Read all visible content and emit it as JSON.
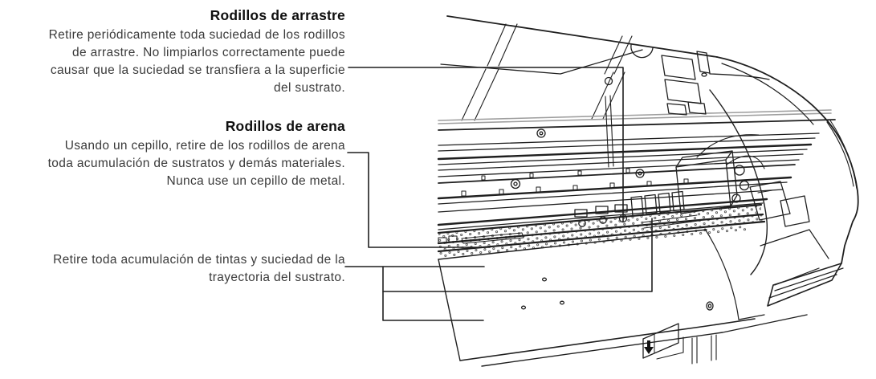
{
  "figure": {
    "blocks": [
      {
        "heading": "Rodillos de arrastre",
        "lines": [
          "Retire periódicamente toda suciedad de los rodillos",
          "de arrastre. No limpiarlos correctamente puede",
          "causar que la suciedad se transfiera a la superficie",
          "del sustrato."
        ]
      },
      {
        "heading": "Rodillos de arena",
        "lines": [
          "Usando un cepillo, retire de los rodillos de arena",
          "toda acumulación de sustratos y demás materiales.",
          "Nunca use un cepillo de metal."
        ]
      },
      {
        "heading": "",
        "lines": [
          "Retire toda acumulación de tintas y suciedad de la",
          "trayectoria del sustrato."
        ]
      }
    ],
    "illustration": {
      "icons": [
        "down-arrow-icon"
      ],
      "colors": {
        "ink": "#1f1f1f",
        "soft_gray": "#9e9e9e",
        "text_body": "#3a3a3a",
        "text_heading": "#0f0f0f",
        "background": "#ffffff"
      }
    }
  }
}
